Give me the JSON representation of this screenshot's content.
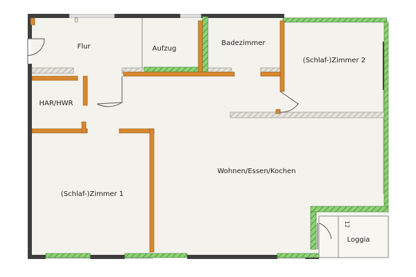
{
  "plan": {
    "rooms": {
      "flur": "Flur",
      "aufzug": "Aufzug",
      "badezimmer": "Badezimmer",
      "zimmer2": "(Schlaf-)Zimmer 2",
      "har_hwr": "HAR/HWR",
      "wohnen": "Wohnen/Essen/Kochen",
      "zimmer1": "(Schlaf-)Zimmer 1",
      "loggia": "Loggia"
    },
    "stair_count": "12"
  },
  "colors": {
    "floor": "#f3f2ec",
    "outer_wall": "#3d3d3d",
    "interior_wall": "#d9892e",
    "green_wall": "#6fbf5a",
    "hatch_wall": "#cfcfc6",
    "window": "#e6e6e6"
  }
}
